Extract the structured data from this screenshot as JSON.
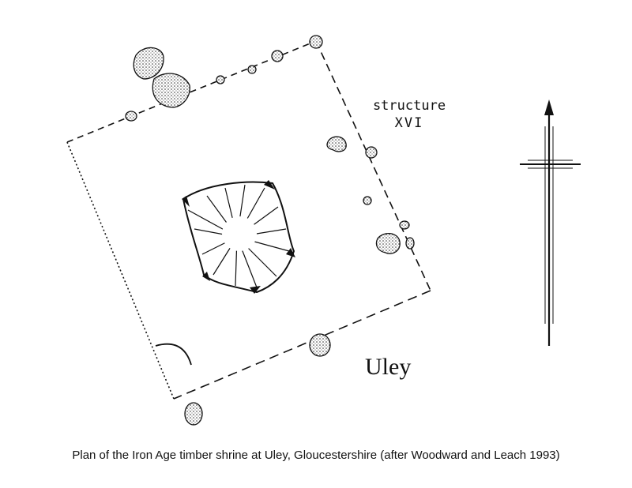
{
  "structure_label": "structure",
  "structure_number": "XVI",
  "site_label": "Uley",
  "caption": "Plan of the Iron Age timber shrine at Uley, Gloucestershire (after Woodward and Leach 1993)",
  "icons": [
    "north-arrow-icon",
    "stippled-posthole-icon",
    "central-pit-icon"
  ],
  "colors": {
    "ink": "#111111",
    "background": "#ffffff"
  }
}
